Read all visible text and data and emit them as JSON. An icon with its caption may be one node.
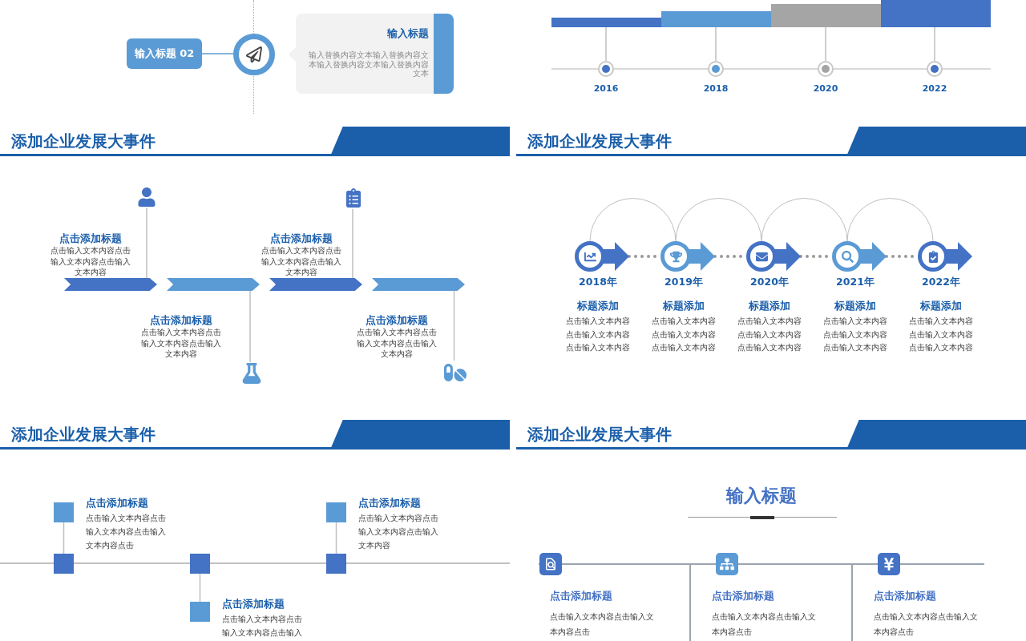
{
  "diagram": {
    "nodes": [
      {
        "text": [
          "输入标题 02"
        ]
      },
      {
        "text": [],
        "shape": "circle"
      },
      {
        "text": [
          "输入标题",
          "输入替换内容文本输入替换内容文本输入替换内容文本输入替换内容文本"
        ]
      },
      {
        "text": [],
        "shape": "bar"
      },
      {
        "text": [],
        "shape": "bar"
      },
      {
        "text": [],
        "shape": "bar"
      },
      {
        "text": [],
        "shape": "bar"
      },
      {
        "text": [],
        "shape": "circle"
      },
      {
        "text": [],
        "shape": "circle"
      },
      {
        "text": [],
        "shape": "circle"
      },
      {
        "text": [],
        "shape": "circle"
      },
      {
        "text": [],
        "shape": "chevron"
      },
      {
        "text": [],
        "shape": "chevron"
      },
      {
        "text": [],
        "shape": "chevron"
      },
      {
        "text": [],
        "shape": "chevron"
      },
      {
        "text": [
          "点击添加标题",
          "点击输入文本内容点击输入文本内容点击输入文本内容"
        ]
      },
      {
        "text": [
          "点击添加标题",
          "点击输入文本内容点击输入文本内容点击输入文本内容"
        ]
      },
      {
        "text": [
          "点击添加标题",
          "点击输入文本内容点击输入文本内容点击输入文本内容"
        ]
      },
      {
        "text": [
          "点击添加标题",
          "点击输入文本内容点击输入文本内容点击输入文本内容"
        ]
      },
      {
        "text": [],
        "shape": "picture"
      },
      {
        "text": [],
        "shape": "picture"
      },
      {
        "text": [],
        "shape": "picture"
      },
      {
        "text": [],
        "shape": "picture"
      },
      {
        "text": [],
        "shape": "circle"
      },
      {
        "text": [],
        "shape": "circle"
      },
      {
        "text": [],
        "shape": "circle"
      },
      {
        "text": [],
        "shape": "circle"
      },
      {
        "text": [],
        "shape": "circle"
      },
      {
        "text": [
          "2018年",
          "标题添加",
          "点击输入文本内容",
          "点击输入文本内容",
          "点击输入文本内容"
        ]
      },
      {
        "text": [
          "2019年",
          "标题添加",
          "点击输入文本内容",
          "点击输入文本内容",
          "点击输入文本内容"
        ]
      },
      {
        "text": [
          "2020年",
          "标题添加",
          "点击输入文本内容",
          "点击输入文本内容",
          "点击输入文本内容"
        ]
      },
      {
        "text": [
          "2021年",
          "标题添加",
          "点击输入文本内容",
          "点击输入文本内容",
          "点击输入文本内容"
        ]
      },
      {
        "text": [
          "2022年",
          "标题添加",
          "点击输入文本内容",
          "点击输入文本内容",
          "点击输入文本内容"
        ]
      },
      {
        "text": [],
        "shape": "box"
      },
      {
        "text": [],
        "shape": "box"
      },
      {
        "text": [],
        "shape": "box"
      },
      {
        "text": [],
        "shape": "box"
      },
      {
        "text": [],
        "shape": "box"
      },
      {
        "text": [],
        "shape": "box"
      },
      {
        "text": [
          "点击添加标题",
          "点击输入文本内容点击输入文本内容点击输入文本内容点击"
        ]
      },
      {
        "text": [
          "点击添加标题",
          "点击输入文本内容点击输入文本内容点击输入文本内容"
        ]
      },
      {
        "text": [
          "点击添加标题",
          "点击输入文本内容点击输入文本内容点击输入"
        ]
      },
      {
        "text": [],
        "shape": "box"
      },
      {
        "text": [],
        "shape": "box"
      },
      {
        "text": [],
        "shape": "box"
      },
      {
        "text": [
          "点击添加标题",
          "点击输入文本内容点击输入文本内容点击"
        ]
      },
      {
        "text": [
          "点击添加标题",
          "点击输入文本内容点击输入文本内容点击"
        ]
      },
      {
        "text": [
          "点击添加标题",
          "点击输入文本内容点击输入文本内容点击"
        ]
      }
    ],
    "edges": [
      {
        "from": 0,
        "to": 1,
        "arrow": "none",
        "color": "#5b9bd5"
      },
      {
        "from": 3,
        "to": 7,
        "arrow": "none"
      },
      {
        "from": 4,
        "to": 8,
        "arrow": "none"
      },
      {
        "from": 5,
        "to": 9,
        "arrow": "none"
      },
      {
        "from": 6,
        "to": 10,
        "arrow": "none"
      },
      {
        "from": 19,
        "to": 11,
        "arrow": "none"
      },
      {
        "from": 20,
        "to": 13,
        "arrow": "none"
      },
      {
        "from": 12,
        "to": 21,
        "arrow": "none"
      },
      {
        "from": 14,
        "to": 22,
        "arrow": "none"
      },
      {
        "from": 23,
        "to": 24,
        "arrow": "none"
      },
      {
        "from": 24,
        "to": 25,
        "arrow": "none"
      },
      {
        "from": 25,
        "to": 26,
        "arrow": "none"
      },
      {
        "from": 26,
        "to": 27,
        "arrow": "none"
      },
      {
        "from": 23,
        "to": 24,
        "arrow": "none",
        "style": "dashed",
        "color": "#999999"
      },
      {
        "from": 24,
        "to": 25,
        "arrow": "none",
        "style": "dashed",
        "color": "#999999"
      },
      {
        "from": 25,
        "to": 26,
        "arrow": "none",
        "style": "dashed",
        "color": "#999999"
      },
      {
        "from": 26,
        "to": 27,
        "arrow": "none",
        "style": "dashed",
        "color": "#999999"
      },
      {
        "from": 36,
        "to": 33,
        "arrow": "none"
      },
      {
        "from": 34,
        "to": 37,
        "arrow": "none"
      },
      {
        "from": 38,
        "to": 35,
        "arrow": "none"
      }
    ],
    "labels": [
      "2016",
      "2018",
      "2020",
      "2022",
      "添加企业发展大事件",
      "添加企业发展大事件",
      "添加企业发展大事件",
      "添加企业发展大事件",
      "输入标题"
    ]
  }
}
